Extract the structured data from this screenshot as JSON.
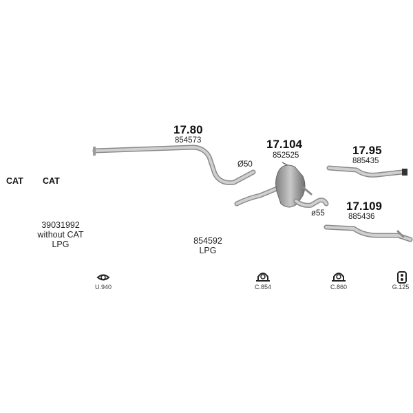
{
  "parts": [
    {
      "code": "17.80",
      "ref": "854573",
      "diameter": "Ø50"
    },
    {
      "code": "17.104",
      "ref": "852525",
      "diameter": "ø55"
    },
    {
      "code": "17.95",
      "ref": "885435"
    },
    {
      "code": "17.109",
      "ref": "885436"
    }
  ],
  "cat_labels": [
    "CAT",
    "CAT"
  ],
  "notes": {
    "left": [
      "39031992",
      "without CAT",
      "LPG"
    ],
    "middle": [
      "854592",
      "LPG"
    ]
  },
  "accessories": [
    {
      "label": "U.940",
      "icon": "gasket-icon"
    },
    {
      "label": "C.854",
      "icon": "clamp-icon"
    },
    {
      "label": "C.860",
      "icon": "clamp-icon"
    },
    {
      "label": "G.125",
      "icon": "rubber-mount-icon"
    }
  ],
  "colors": {
    "pipe": "#b9b9b9",
    "pipe_edge": "#8a8a8a"
  }
}
